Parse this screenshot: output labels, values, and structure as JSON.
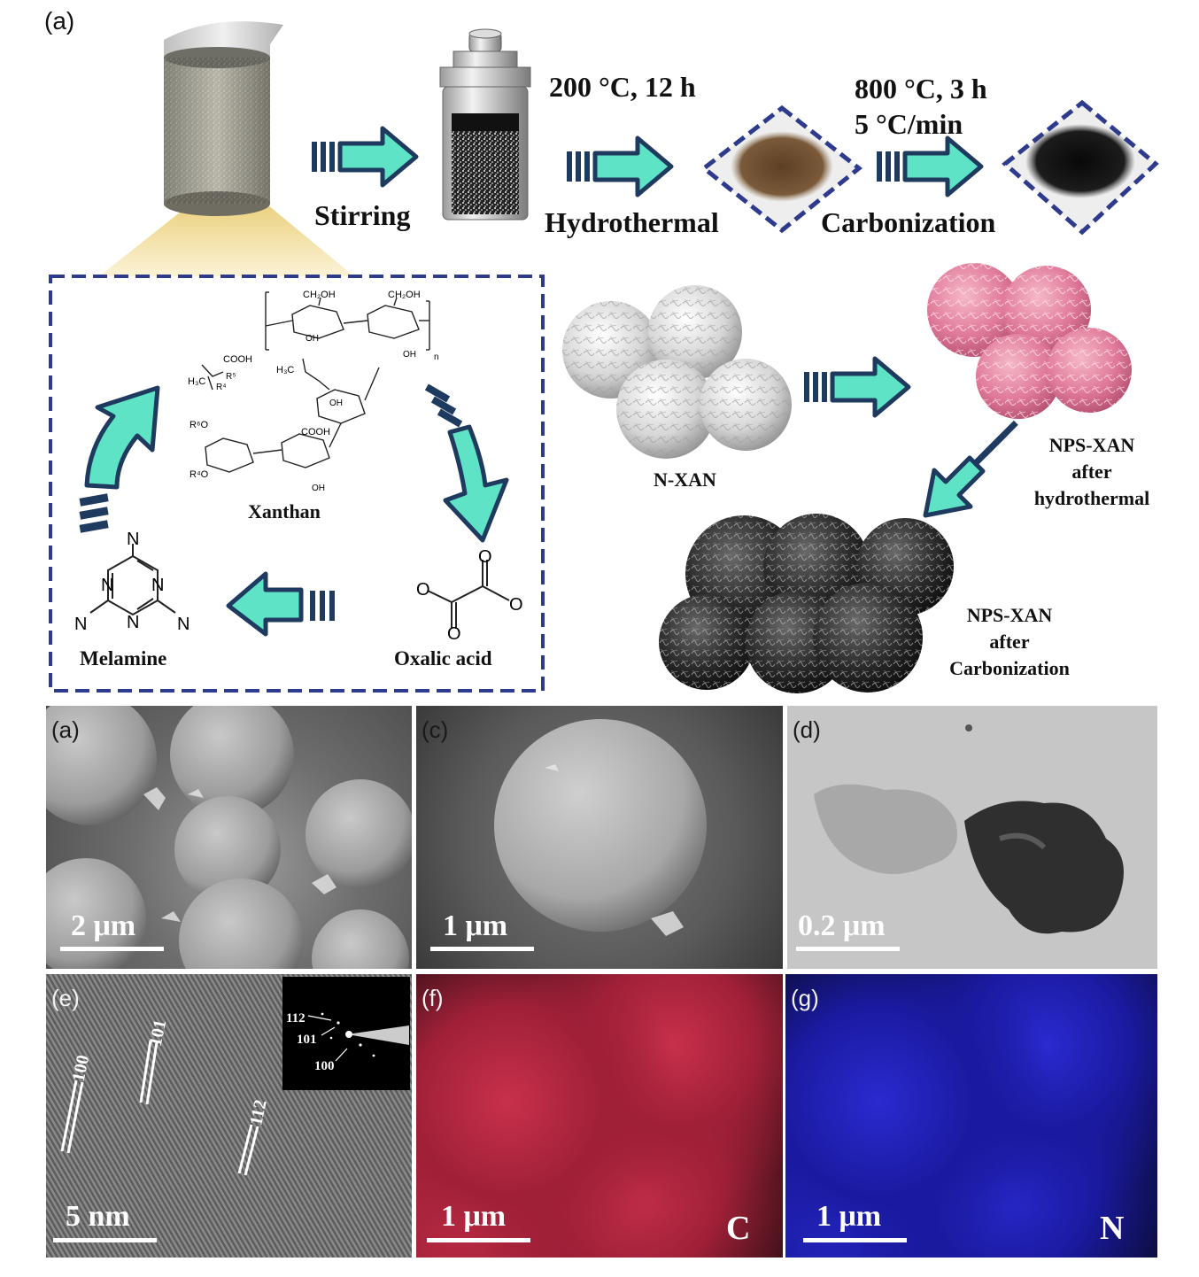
{
  "figure_label": "(a)",
  "process": {
    "step1_label": "Stirring",
    "step2_label": "Hydrothermal",
    "step2_condition": "200 °C, 12 h",
    "step3_label": "Carbonization",
    "step3_condition_line1": "800 °C, 3 h",
    "step3_condition_line2": "5 °C/min"
  },
  "precursors": {
    "xanthan": "Xanthan",
    "oxalic_acid": "Oxalic acid",
    "melamine": "Melamine",
    "glyph": {
      "ch2oh": "CH₂OH",
      "oh": "OH",
      "n": "n",
      "cooh": "COOH",
      "h3c": "H₃C",
      "r4": "R⁴",
      "r5": "R⁵",
      "r6": "R⁶",
      "r6o": "R⁶O",
      "r4o": "R⁴O",
      "o": "O",
      "nitrogen": "N"
    }
  },
  "spheres": {
    "n_xan": "N-XAN",
    "hydro_line1": "NPS-XAN",
    "hydro_line2": "after",
    "hydro_line3": "hydrothermal",
    "carbon_line1": "NPS-XAN",
    "carbon_line2": "after",
    "carbon_line3": "Carbonization"
  },
  "micrographs": [
    {
      "tag": "(a)",
      "scale": "2 μm"
    },
    {
      "tag": "(c)",
      "scale": "1 μm"
    },
    {
      "tag": "(d)",
      "scale": "0.2 μm"
    },
    {
      "tag": "(e)",
      "scale": "5 nm",
      "lattice": [
        "100",
        "101",
        "112"
      ],
      "saed": [
        "112",
        "101",
        "100"
      ]
    },
    {
      "tag": "(f)",
      "scale": "1 μm",
      "element": "C"
    },
    {
      "tag": "(g)",
      "scale": "1 μm",
      "element": "N"
    }
  ],
  "colors": {
    "arrow_fill": "#5ee3c6",
    "arrow_stroke": "#1f3a5f",
    "dash_border": "#2e3a8c",
    "powder_brown": "#6b4a2b",
    "pink_sphere": "#e07a9a",
    "c_map": "#c8304a",
    "n_map": "#1a1aa0"
  }
}
